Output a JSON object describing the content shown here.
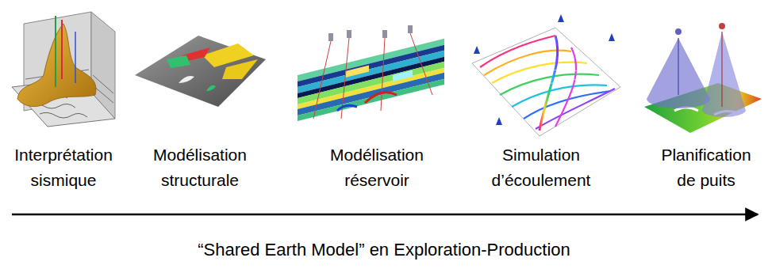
{
  "diagram": {
    "caption": "“Shared Earth Model” en Exploration-Production",
    "labels": [
      "Interprétation sismique",
      "Modélisation structurale",
      "Modélisation réservoir",
      "Simulation d’écoulement",
      "Planification de puits"
    ]
  }
}
